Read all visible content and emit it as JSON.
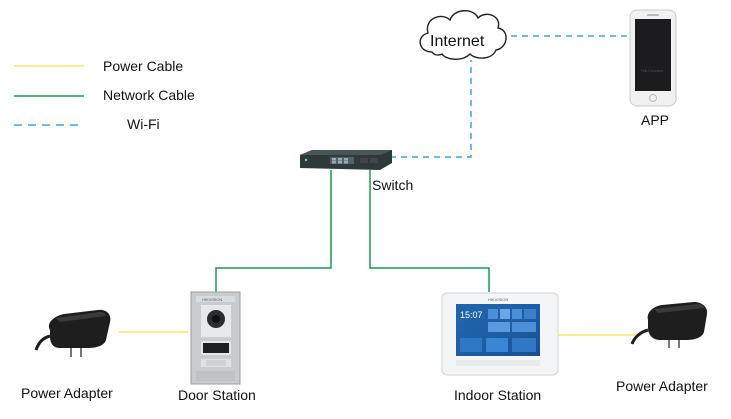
{
  "legend": {
    "items": [
      {
        "label": "Power Cable",
        "style": "solid",
        "color": "#f2ea6a"
      },
      {
        "label": "Network Cable",
        "style": "solid",
        "color": "#1a9a50"
      },
      {
        "label": "Wi-Fi",
        "style": "dashed",
        "color": "#3ba3e0"
      }
    ]
  },
  "nodes": {
    "internet": {
      "label": "Internet",
      "icon": "cloud-icon"
    },
    "app": {
      "label": "APP",
      "icon": "smartphone-icon",
      "screen_text": "Hik-Connect"
    },
    "switch": {
      "label": "Switch",
      "icon": "network-switch-icon"
    },
    "door_station": {
      "label": "Door Station",
      "icon": "door-station-icon",
      "brand": "HIKVISION"
    },
    "indoor_station": {
      "label": "Indoor Station",
      "icon": "indoor-monitor-icon",
      "brand": "HIKVISION",
      "screen_time": "15:07"
    },
    "power_adapter_left": {
      "label": "Power Adapter",
      "icon": "power-adapter-icon"
    },
    "power_adapter_right": {
      "label": "Power Adapter",
      "icon": "power-adapter-icon"
    }
  },
  "colors": {
    "power": "#f2ea6a",
    "network": "#1a9a50",
    "wifi": "#3ba3e0"
  }
}
